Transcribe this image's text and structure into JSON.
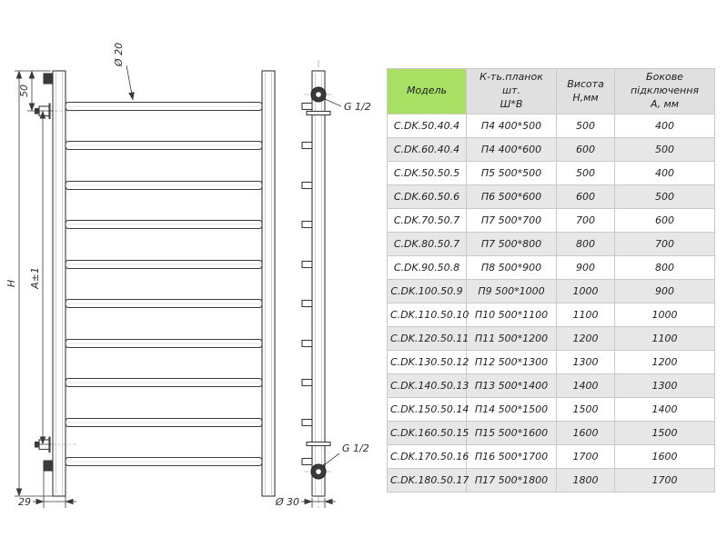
{
  "drawing": {
    "dim_top_offset": "50",
    "dim_tube_diameter": "Ø 20",
    "dim_overall_height": "H",
    "dim_connection_distance": "A±1",
    "dim_bracket_offset": "29",
    "dim_post_diameter": "Ø 30",
    "thread_top": "G 1/2",
    "thread_bottom": "G 1/2"
  },
  "table": {
    "headers": [
      "Модель",
      "К-ть.планок шт.\nШ*В",
      "Висота\nН,мм",
      "Бокове підключення\nА, мм"
    ],
    "rows": [
      [
        "С.DK.50.40.4",
        "П4 400*500",
        "500",
        "400"
      ],
      [
        "С.DK.60.40.4",
        "П4 400*600",
        "600",
        "500"
      ],
      [
        "С.DK.50.50.5",
        "П5 500*500",
        "500",
        "400"
      ],
      [
        "С.DK.60.50.6",
        "П6 500*600",
        "600",
        "500"
      ],
      [
        "С.DK.70.50.7",
        "П7 500*700",
        "700",
        "600"
      ],
      [
        "С.DK.80.50.7",
        "П7 500*800",
        "800",
        "700"
      ],
      [
        "С.DK.90.50.8",
        "П8 500*900",
        "900",
        "800"
      ],
      [
        "С.DK.100.50.9",
        "П9 500*1000",
        "1000",
        "900"
      ],
      [
        "С.DK.110.50.10",
        "П10 500*1100",
        "1100",
        "1000"
      ],
      [
        "С.DK.120.50.11",
        "П11 500*1200",
        "1200",
        "1100"
      ],
      [
        "С.DK.130.50.12",
        "П12 500*1300",
        "1300",
        "1200"
      ],
      [
        "С.DK.140.50.13",
        "П13 500*1400",
        "1400",
        "1300"
      ],
      [
        "С.DK.150.50.14",
        "П14 500*1500",
        "1500",
        "1400"
      ],
      [
        "С.DK.160.50.15",
        "П15 500*1600",
        "1600",
        "1500"
      ],
      [
        "С.DK.170.50.16",
        "П16 500*1700",
        "1700",
        "1600"
      ],
      [
        "С.DK.180.50.17",
        "П17 500*1800",
        "1800",
        "1700"
      ]
    ]
  },
  "colors": {
    "header_green": "#a7e063",
    "header_gray": "#e0e0e0",
    "row_alt": "#e7e7e7",
    "line": "#3a3a3a"
  }
}
